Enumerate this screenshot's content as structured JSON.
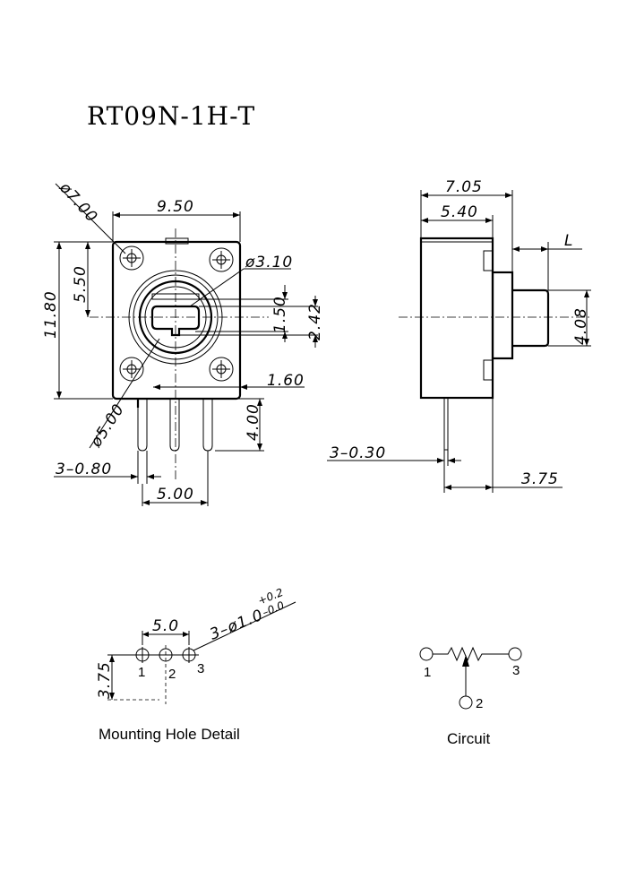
{
  "title": "RT09N-1H-T",
  "front_view": {
    "dia_outer_mount": "ø7.00",
    "width": "9.50",
    "height": "11.80",
    "half_height": "5.50",
    "shaft_dia": "ø3.10",
    "slot_width": "1.50",
    "flat_height": "2.42",
    "terminal_offset": "1.60",
    "pin_length": "4.00",
    "shaft_base_dia": "ø5.00",
    "pin_width": "3–0.80",
    "pin_pitch": "5.00"
  },
  "side_view": {
    "total_depth": "7.05",
    "body_depth": "5.40",
    "shaft_length_label": "L",
    "shaft_dia": "4.08",
    "pin_thickness": "3–0.30",
    "pin_offset": "3.75"
  },
  "mounting": {
    "pitch": "5.0",
    "hole_spec": "3–ø1.0",
    "tol_plus": "+0.2",
    "tol_minus": "–0.0",
    "row_offset": "3.75",
    "pins": [
      "1",
      "2",
      "3"
    ],
    "caption": "Mounting Hole Detail"
  },
  "circuit": {
    "pins": [
      "1",
      "2",
      "3"
    ],
    "caption": "Circuit"
  }
}
